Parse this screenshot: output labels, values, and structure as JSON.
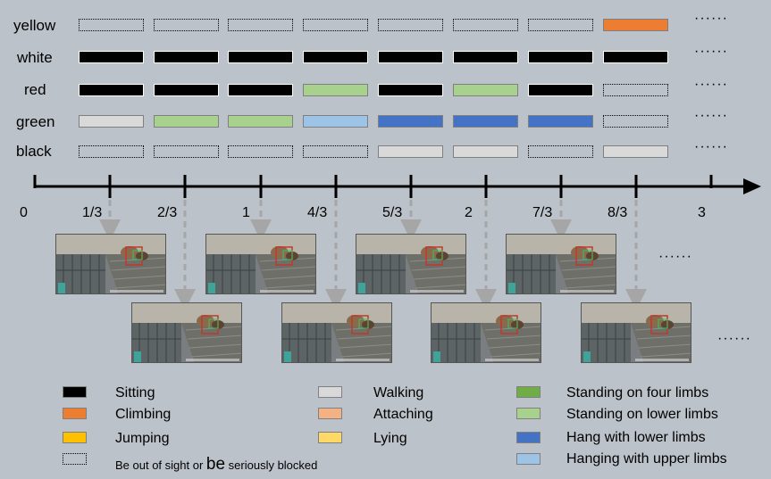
{
  "colors": {
    "sitting": "#000000",
    "climbing": "#ed7d31",
    "jumping": "#ffc000",
    "walking": "#d9d9d9",
    "attaching": "#f4b183",
    "lying": "#ffd966",
    "standing_four": "#70ad47",
    "standing_lower": "#a9d18e",
    "hang_lower": "#4472c4",
    "hang_upper": "#9dc3e6",
    "blocked": "none"
  },
  "rows": [
    {
      "label": "yellow",
      "segments": [
        "blocked",
        "blocked",
        "blocked",
        "blocked",
        "blocked",
        "blocked",
        "blocked",
        "climbing"
      ]
    },
    {
      "label": "white",
      "segments": [
        "sitting",
        "sitting",
        "sitting",
        "sitting",
        "sitting",
        "sitting",
        "sitting",
        "sitting"
      ]
    },
    {
      "label": "red",
      "segments": [
        "sitting",
        "sitting",
        "sitting",
        "standing_lower",
        "sitting",
        "standing_lower",
        "sitting",
        "blocked"
      ]
    },
    {
      "label": "green",
      "segments": [
        "walking",
        "standing_lower",
        "standing_lower",
        "hang_upper",
        "hang_lower",
        "hang_lower",
        "hang_lower",
        "blocked"
      ]
    },
    {
      "label": "black",
      "segments": [
        "blocked",
        "blocked",
        "blocked",
        "blocked",
        "walking",
        "walking",
        "blocked",
        "walking"
      ]
    }
  ],
  "row_ellipsis": "······",
  "axis_ticks": [
    "0",
    "1/3",
    "2/3",
    "1",
    "4/3",
    "5/3",
    "2",
    "7/3",
    "8/3",
    "3"
  ],
  "frames_ellipsis": "······",
  "legend": [
    {
      "key": "sitting",
      "label": "Sitting"
    },
    {
      "key": "climbing",
      "label": "Climbing"
    },
    {
      "key": "jumping",
      "label": "Jumping"
    },
    {
      "key": "walking",
      "label": "Walking"
    },
    {
      "key": "attaching",
      "label": "Attaching"
    },
    {
      "key": "lying",
      "label": "Lying"
    },
    {
      "key": "standing_four",
      "label": "Standing on four limbs"
    },
    {
      "key": "standing_lower",
      "label": "Standing on lower limbs"
    },
    {
      "key": "hang_lower",
      "label": "Hang with lower limbs"
    },
    {
      "key": "hang_upper",
      "label": "Hanging with upper limbs"
    }
  ],
  "legend_blocked": {
    "part1": "Be out of sight or ",
    "part2": "be",
    "part3": " seriously blocked"
  }
}
